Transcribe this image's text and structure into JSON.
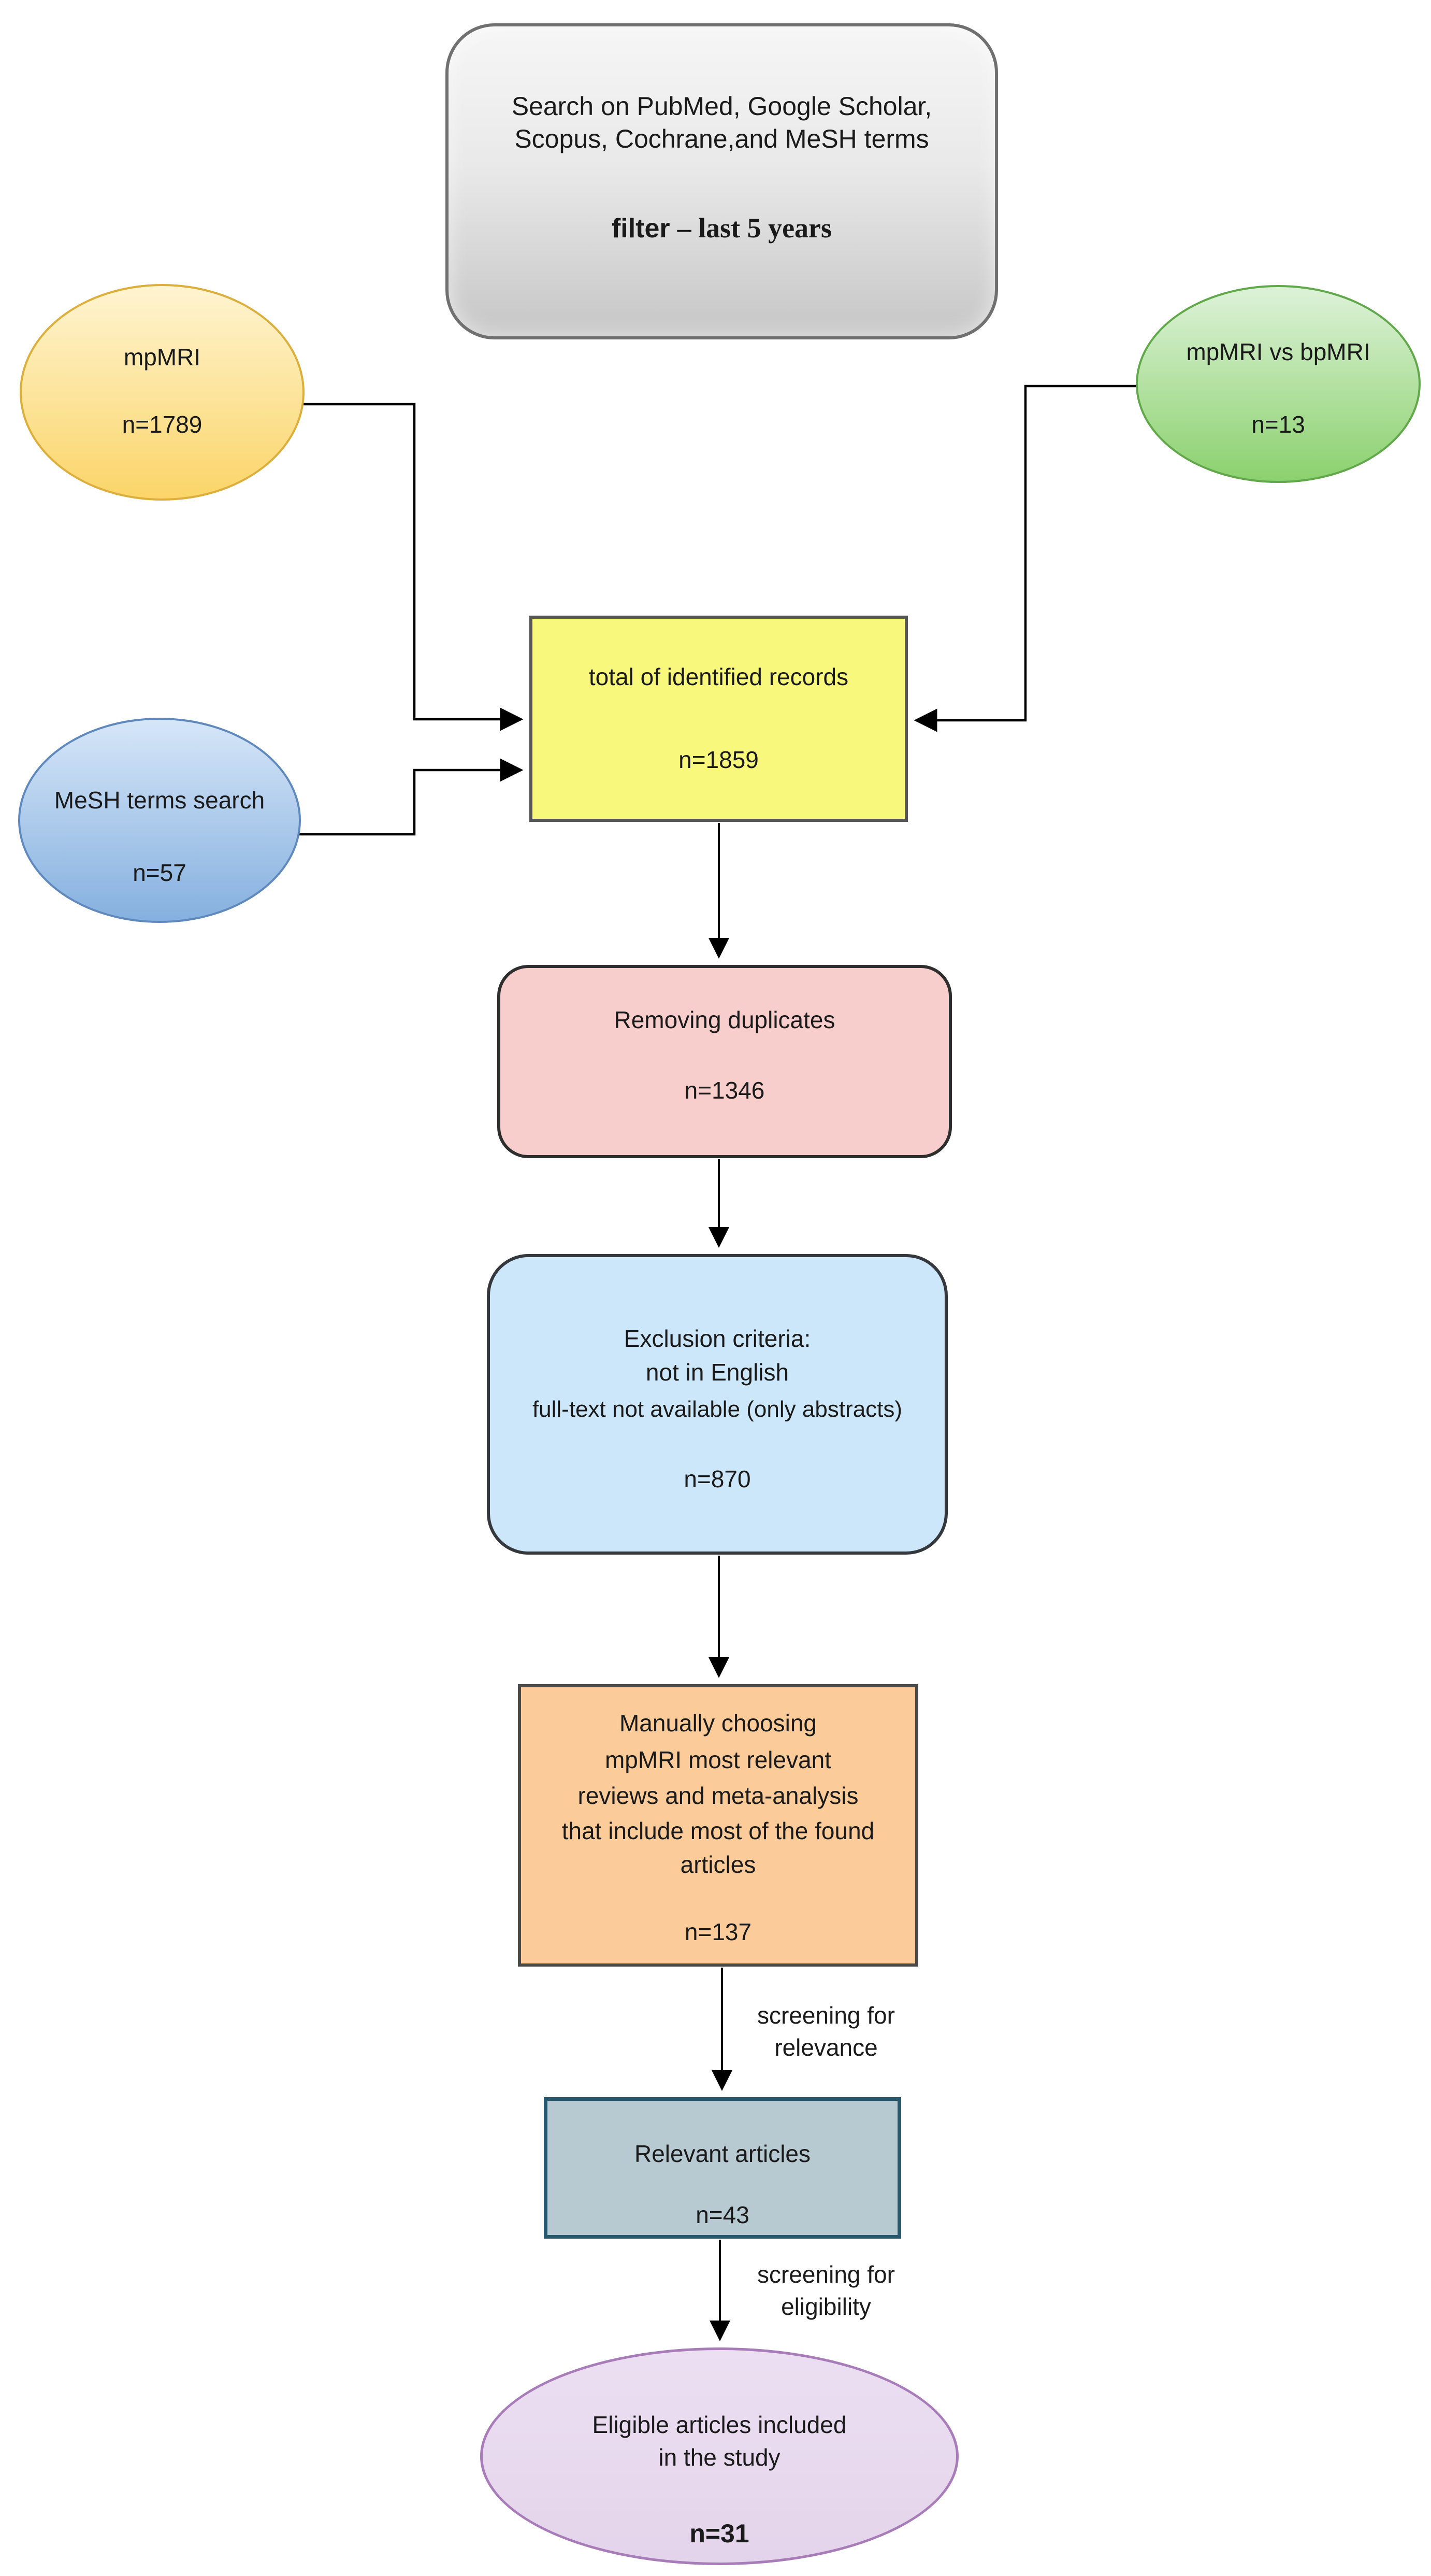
{
  "diagram_type": "prisma-flowchart",
  "nodes": {
    "search": {
      "line1": "Search on PubMed, Google Scholar,",
      "line2": "Scopus, Cochrane,and MeSH terms",
      "filter_label": "filter",
      "filter_rest": "– last 5 years"
    },
    "mpmri": {
      "label": "mpMRI",
      "count": "n=1789"
    },
    "bpmri": {
      "label": "mpMRI vs bpMRI",
      "count": "n=13"
    },
    "mesh": {
      "label": "MeSH terms search",
      "count": "n=57"
    },
    "total": {
      "label": "total of identified records",
      "count": "n=1859"
    },
    "duplicates": {
      "label": "Removing duplicates",
      "count": "n=1346"
    },
    "exclusion": {
      "line1": "Exclusion criteria:",
      "line2": "not in English",
      "line3": "full-text not available (only abstracts)",
      "count": "n=870"
    },
    "manual": {
      "line1": "Manually choosing",
      "line2": "mpMRI most relevant",
      "line3": "reviews and meta-analysis",
      "line4": "that include most of the found",
      "line5": "articles",
      "count": "n=137"
    },
    "relevant": {
      "label": "Relevant articles",
      "count": "n=43"
    },
    "eligible": {
      "line1": "Eligible articles included",
      "line2": "in the study",
      "count": "n=31"
    }
  },
  "edge_labels": {
    "relevance": {
      "line1": "screening for",
      "line2": "relevance"
    },
    "eligibility": {
      "line1": "screening for",
      "line2": "eligibility"
    }
  },
  "colors": {
    "background": "#ffffff",
    "search_fill_top": "#f6f6f6",
    "search_fill_bottom": "#c6c6c6",
    "search_border": "#707070",
    "mpmri_fill_top": "#fff4d1",
    "mpmri_fill_bottom": "#fbd569",
    "mpmri_border": "#dcae3c",
    "bpmri_fill_top": "#ddf2d8",
    "bpmri_fill_bottom": "#8bd16e",
    "bpmri_border": "#61a84a",
    "mesh_fill_top": "#d6e6f8",
    "mesh_fill_bottom": "#85b0df",
    "mesh_border": "#5f89bd",
    "total_fill": "#f8f97c",
    "total_border": "#565656",
    "duplicates_fill": "#f8cecc",
    "duplicates_border": "#2e2e2e",
    "exclusion_fill": "#cde7fa",
    "exclusion_border": "#34383c",
    "manual_fill": "#fbcc99",
    "manual_border": "#494949",
    "relevant_fill": "#b7cad2",
    "relevant_border": "#27596e",
    "eligible_fill": "#e8dcee",
    "eligible_border": "#a87cb8",
    "connector": "#000000",
    "text": "#1a1a1a"
  }
}
